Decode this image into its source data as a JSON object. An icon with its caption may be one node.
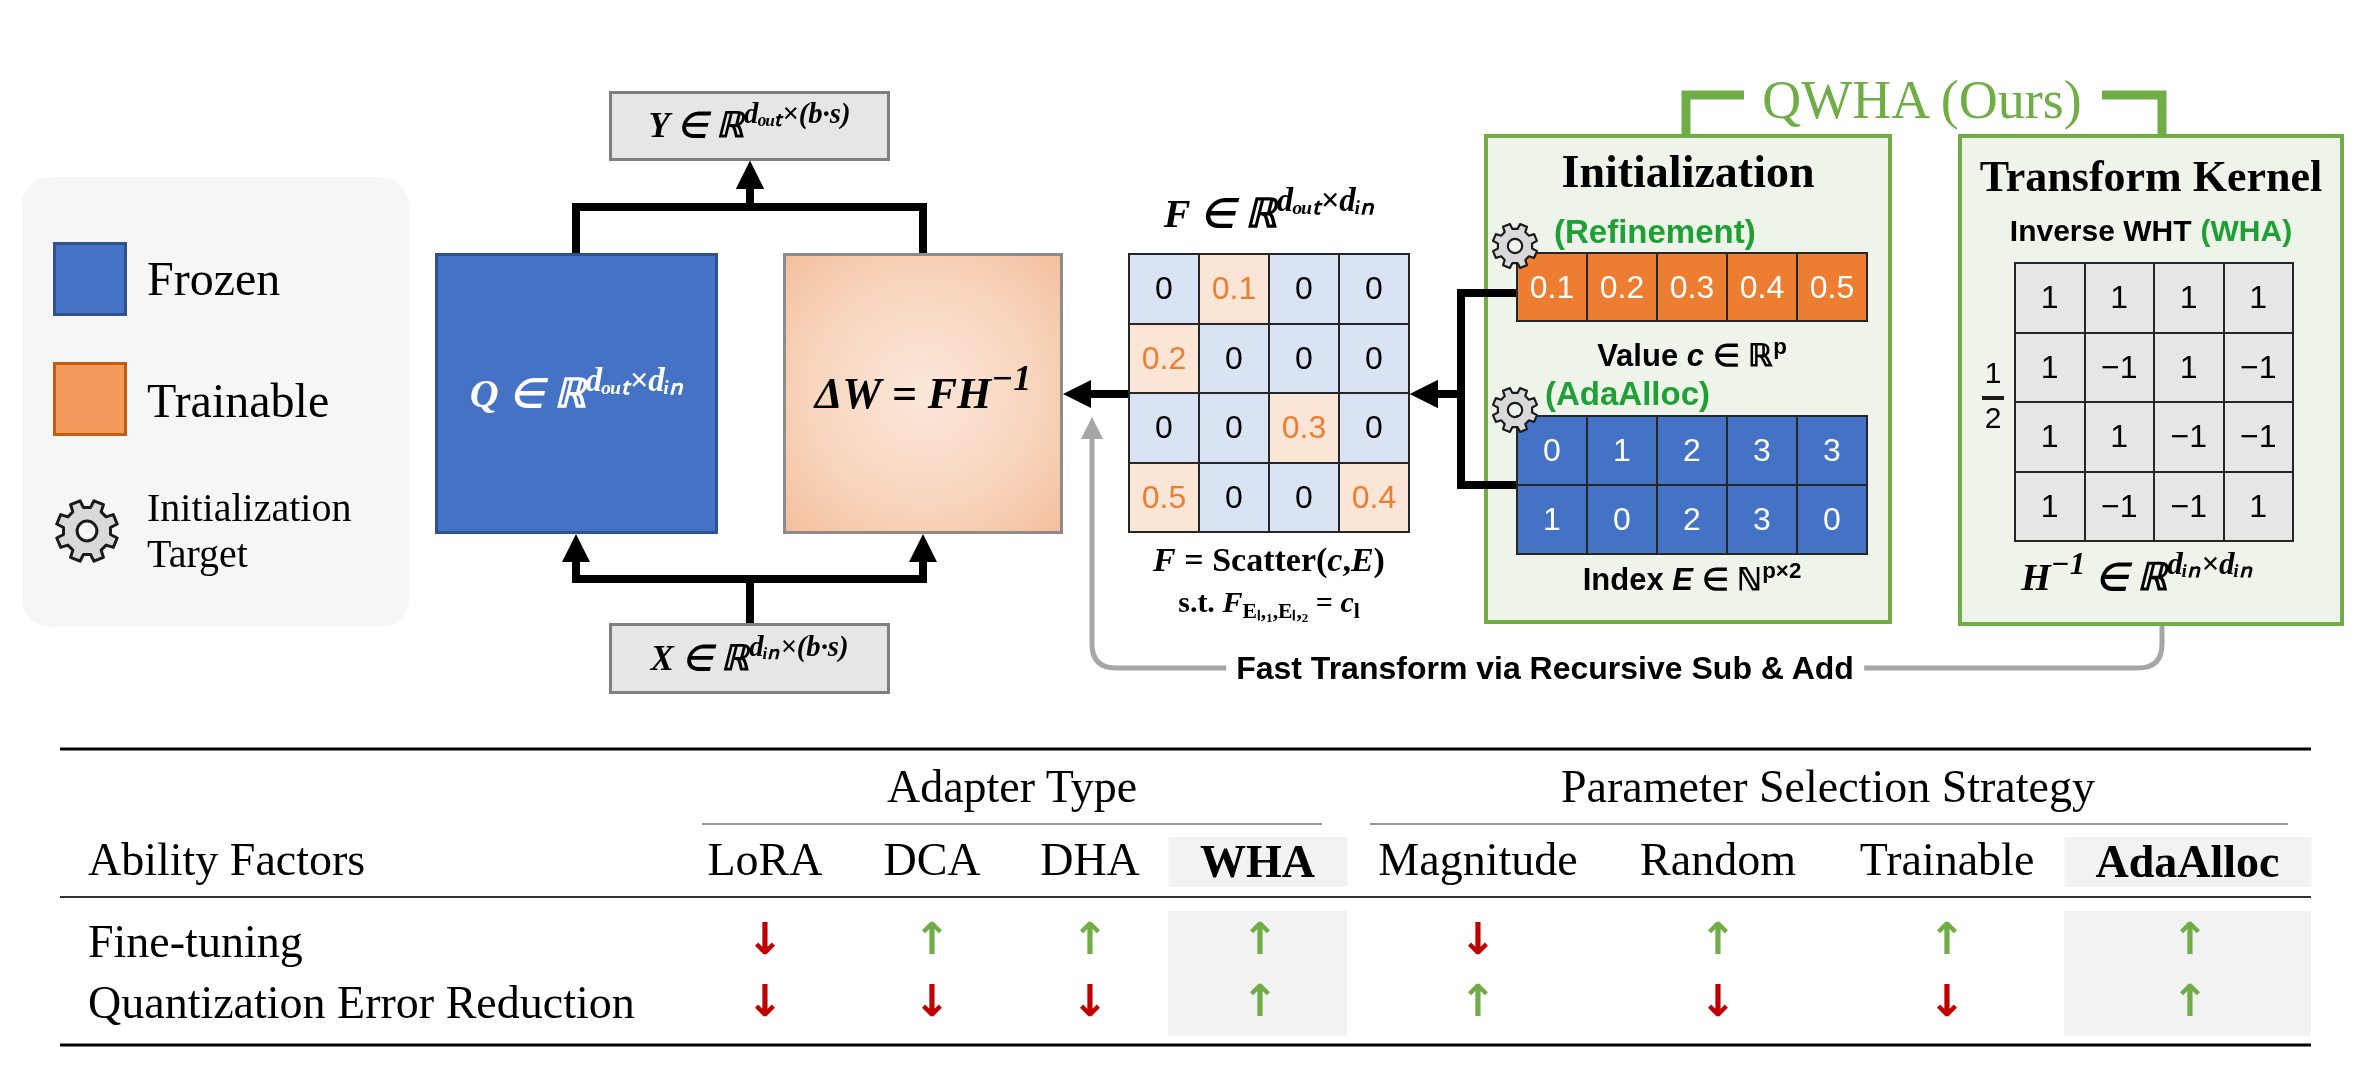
{
  "diagram": {
    "nodes": [
      {
        "text": [
          "Y ∈ ℝ$^{dₒᵤₜ×(b·s)}$"
        ]
      },
      {
        "text": [
          "Q ∈ ℝ$^{dₒᵤₜ×dᵢₙ}$"
        ]
      },
      {
        "text": [
          "ΔW = FH$^{−1}$"
        ]
      },
      {
        "text": [
          "X ∈ ℝ$^{dᵢₙ×(b·s)}$"
        ]
      },
      {
        "text": [
          "F ∈ ℝ$^{dₒᵤₜ×dᵢₙ}$",
          "0",
          "0.1",
          "0",
          "0",
          "0.2",
          "0",
          "0",
          "0",
          "0",
          "0",
          "0.3",
          "0",
          "0.5",
          "0",
          "0",
          "0.4"
        ],
        "beside": [
          "*F* = Scatter(*c*,*E*)",
          "s.t. *F*$_{Eₗ,₁,Eₗ,₂}$ = *c*$_{l}$"
        ]
      },
      {
        "text": [
          "Initialization"
        ]
      },
      {
        "text": [
          "(Refinement)",
          "0.1",
          "0.2",
          "0.3",
          "0.4",
          "0.5"
        ],
        "beside": [
          "Value *c* ∈ ℝ$^{p}$"
        ],
        "in": 5
      },
      {
        "text": [
          "(AdaAlloc)",
          "0",
          "1",
          "2",
          "3",
          "3",
          "1",
          "0",
          "2",
          "3",
          "0"
        ],
        "beside": [
          "Index *E* ∈ ℕ$^{p×2}$"
        ],
        "in": 5
      },
      {
        "text": [
          "Transform Kernel",
          "Inverse WHT",
          "(WHA)"
        ]
      },
      {
        "text": [
          "1",
          "1",
          "1",
          "1",
          "1",
          "−1",
          "1",
          "−1",
          "1",
          "1",
          "−1",
          "−1",
          "1",
          "−1",
          "−1",
          "1"
        ],
        "beside": [
          "1",
          "2",
          "H$^{−1}$ ∈ ℝ$^{dᵢₙ×dᵢₙ}$"
        ],
        "in": 8
      }
    ],
    "edges": [
      {
        "from": 1,
        "to": 0,
        "arrow": "to"
      },
      {
        "from": 2,
        "to": 0,
        "arrow": "to"
      },
      {
        "from": 3,
        "to": 1,
        "arrow": "to"
      },
      {
        "from": 3,
        "to": 2,
        "arrow": "to"
      },
      {
        "from": 4,
        "to": 2,
        "arrow": "to"
      },
      {
        "from": 6,
        "to": 4,
        "arrow": "to"
      },
      {
        "from": 7,
        "to": 4,
        "arrow": "to"
      },
      {
        "from": 8,
        "to": 2,
        "arrow": "to",
        "label": "Fast Transform via Recursive Sub & Add",
        "color": "#a6a6a6"
      }
    ],
    "labels": [
      "QWHA (Ours)",
      "Adapter Type",
      "Parameter Selection Strategy",
      "Ability Factors",
      "LoRA",
      "DCA",
      "DHA",
      "WHA",
      "Magnitude",
      "Random",
      "Trainable",
      "AdaAlloc",
      "Fine-tuning",
      "↓",
      "↑",
      "↑",
      "↑",
      "↓",
      "↑",
      "↑",
      "↑",
      "Quantization Error Reduction",
      "↓",
      "↓",
      "↓",
      "↑",
      "↑",
      "↓",
      "↓",
      "↑"
    ],
    "legend": [
      {
        "text": "Frozen",
        "color": "#4472c4"
      },
      {
        "text": "Trainable",
        "color": "#f29a5c"
      },
      {
        "text": "Initialization Target"
      }
    ]
  }
}
